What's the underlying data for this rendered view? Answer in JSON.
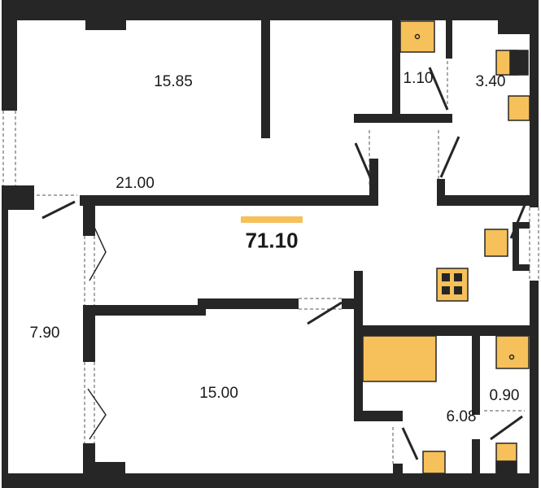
{
  "colors": {
    "wall": "#262626",
    "fixture": "#f6c05a",
    "accent": "#f6c05a"
  },
  "total_area": "71.10",
  "rooms": [
    {
      "name": "room",
      "area": "15.85"
    },
    {
      "name": "bathroom-small",
      "area": "1.10"
    },
    {
      "name": "toilet",
      "area": "3.40"
    },
    {
      "name": "living-kitchen",
      "area": "21.00"
    },
    {
      "name": "balcony",
      "area": "7.90"
    },
    {
      "name": "bedroom",
      "area": "15.00"
    },
    {
      "name": "shower",
      "area": "0.90"
    },
    {
      "name": "bathroom",
      "area": "6.08"
    }
  ]
}
